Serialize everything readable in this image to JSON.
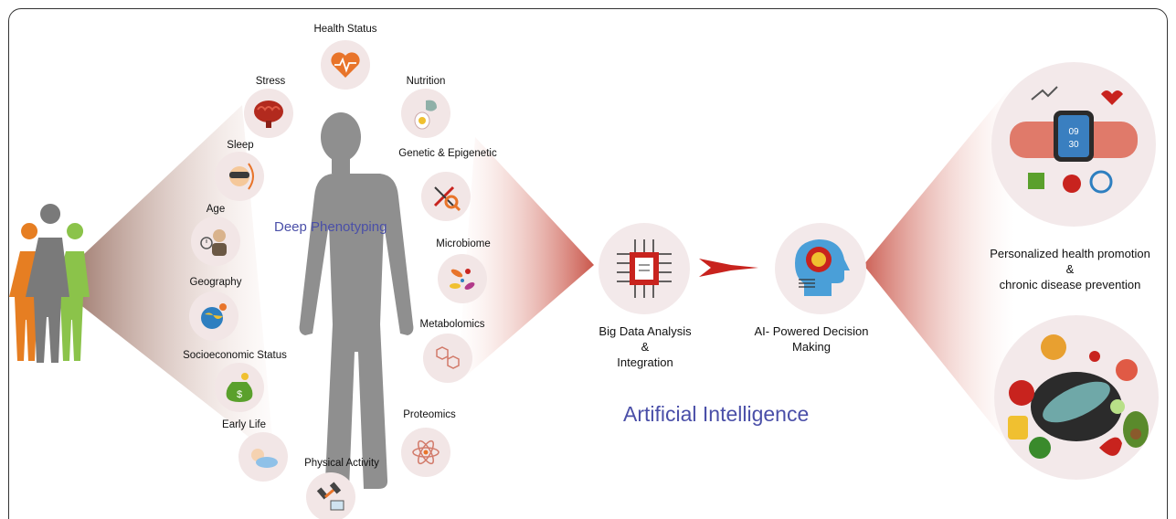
{
  "title_deep_phenotyping": "Deep Phenotyping",
  "title_ai": "Artificial Intelligence",
  "left_factors": {
    "health_status": "Health Status",
    "stress": "Stress",
    "sleep": "Sleep",
    "age": "Age",
    "geography": "Geography",
    "socioeconomic": "Socioeconomic Status",
    "early_life": "Early Life",
    "physical_activity": "Physical Activity"
  },
  "right_factors": {
    "nutrition": "Nutrition",
    "genetic": "Genetic & Epigenetic",
    "microbiome": "Microbiome",
    "metabolomics": "Metabolomics",
    "proteomics": "Proteomics"
  },
  "big_data": {
    "line1": "Big Data Analysis",
    "line2": "&",
    "line3": "Integration"
  },
  "ai_decision": {
    "line1": "AI- Powered Decision",
    "line2": "Making"
  },
  "outcome": {
    "line1": "Personalized health promotion",
    "line2": "&",
    "line3": "chronic disease prevention"
  },
  "colors": {
    "accent_blue": "#4a4fa8",
    "node_bg": "#f2e6e6",
    "arrow_red": "#c8231e",
    "body_gray": "#8f8f8f"
  }
}
